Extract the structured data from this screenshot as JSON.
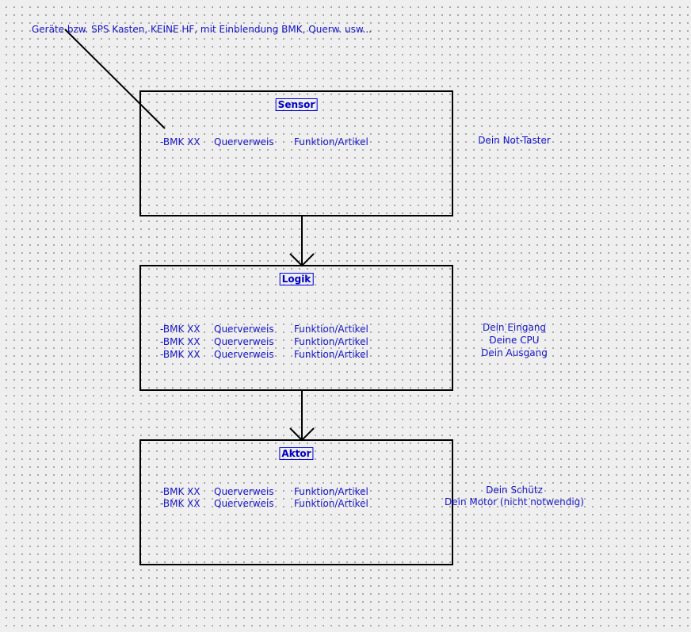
{
  "note": "Geräte bzw. SPS Kasten, KEINE HF, mit Einblendung BMK, Querw. usw...",
  "boxes": [
    {
      "title": "Sensor",
      "rows": [
        {
          "bmk": "-BMK XX",
          "ref": "Querverweis",
          "fn": "Funktion/Artikel",
          "desc": "Dein Not-Taster"
        }
      ]
    },
    {
      "title": "Logik",
      "rows": [
        {
          "bmk": "-BMK XX",
          "ref": "Querverweis",
          "fn": "Funktion/Artikel",
          "desc": "Dein Eingang"
        },
        {
          "bmk": "-BMK XX",
          "ref": "Querverweis",
          "fn": "Funktion/Artikel",
          "desc": "Deine CPU"
        },
        {
          "bmk": "-BMK XX",
          "ref": "Querverweis",
          "fn": "Funktion/Artikel",
          "desc": "Dein Ausgang"
        }
      ]
    },
    {
      "title": "Aktor",
      "rows": [
        {
          "bmk": "-BMK XX",
          "ref": "Querverweis",
          "fn": "Funktion/Artikel",
          "desc": "Dein Schütz"
        },
        {
          "bmk": "-BMK XX",
          "ref": "Querverweis",
          "fn": "Funktion/Artikel",
          "desc": "Dein Motor (nicht notwendig)"
        }
      ]
    }
  ]
}
